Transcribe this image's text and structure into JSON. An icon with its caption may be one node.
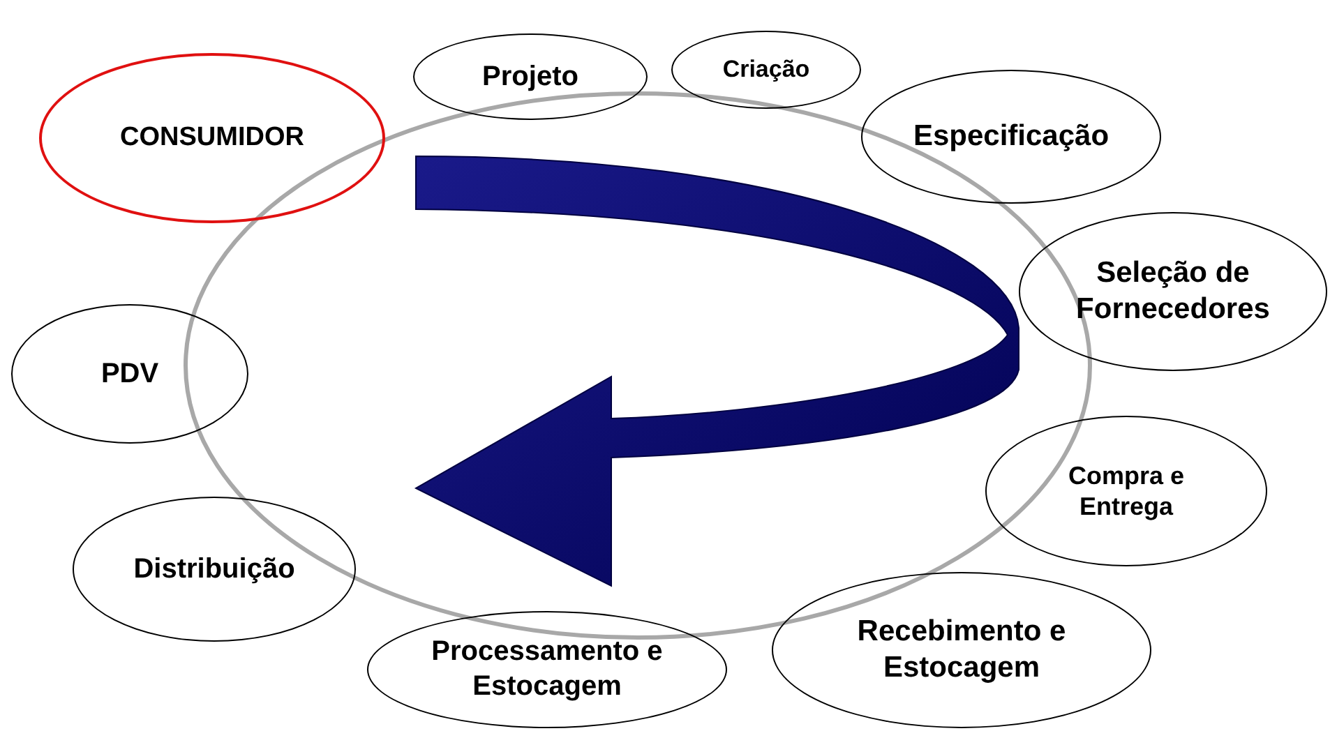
{
  "diagram": {
    "nodes": [
      {
        "text": [
          "CONSUMIDOR"
        ]
      },
      {
        "text": [
          "Projeto"
        ]
      },
      {
        "text": [
          "Criação"
        ]
      },
      {
        "text": [
          "Especificação"
        ]
      },
      {
        "text": [
          "Seleção de Fornecedores"
        ]
      },
      {
        "text": [
          "Compra e Entrega"
        ]
      },
      {
        "text": [
          "Recebimento e Estocagem"
        ]
      },
      {
        "text": [
          "Processamento e Estocagem"
        ]
      },
      {
        "text": [
          "Distribuição"
        ]
      },
      {
        "text": [
          "PDV"
        ]
      }
    ]
  }
}
